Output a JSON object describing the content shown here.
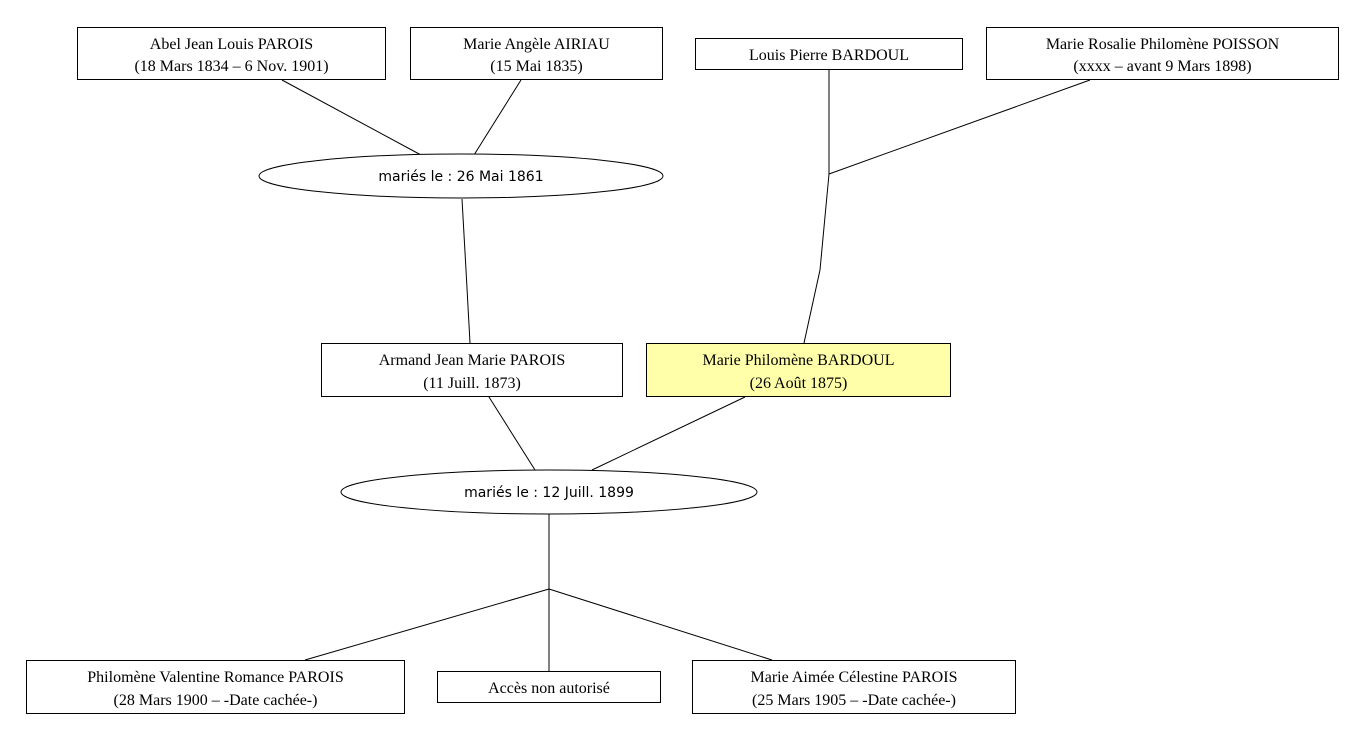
{
  "colors": {
    "box_fill": "#ffffff",
    "highlight_fill": "#ffffaa",
    "line": "#000000"
  },
  "people": {
    "abel": {
      "name": "Abel Jean Louis PAROIS",
      "dates": "(18 Mars 1834 – 6 Nov. 1901)",
      "highlighted": false
    },
    "marie_angele": {
      "name": "Marie Angèle AIRIAU",
      "dates": "(15 Mai 1835)",
      "highlighted": false
    },
    "louis_pierre": {
      "name": "Louis Pierre BARDOUL",
      "dates": "",
      "highlighted": false
    },
    "marie_rosalie": {
      "name": "Marie Rosalie Philomène POISSON",
      "dates": "(xxxx – avant 9 Mars 1898)",
      "highlighted": false
    },
    "armand": {
      "name": "Armand Jean Marie PAROIS",
      "dates": "(11 Juill. 1873)",
      "highlighted": false
    },
    "marie_philomene": {
      "name": "Marie Philomène BARDOUL",
      "dates": "(26 Août 1875)",
      "highlighted": true
    },
    "philomene_valentine": {
      "name": "Philomène Valentine Romance PAROIS",
      "dates": "(28 Mars 1900 – -Date cachée-)",
      "highlighted": false
    },
    "acces": {
      "name": "Accès non autorisé",
      "dates": "",
      "highlighted": false
    },
    "marie_aimee": {
      "name": "Marie Aimée Célestine PAROIS",
      "dates": "(25 Mars 1905 – -Date cachée-)",
      "highlighted": false
    }
  },
  "marriages": {
    "m1861": {
      "label": "mariés le : 26 Mai 1861"
    },
    "m1899": {
      "label": "mariés le : 12 Juill. 1899"
    }
  }
}
